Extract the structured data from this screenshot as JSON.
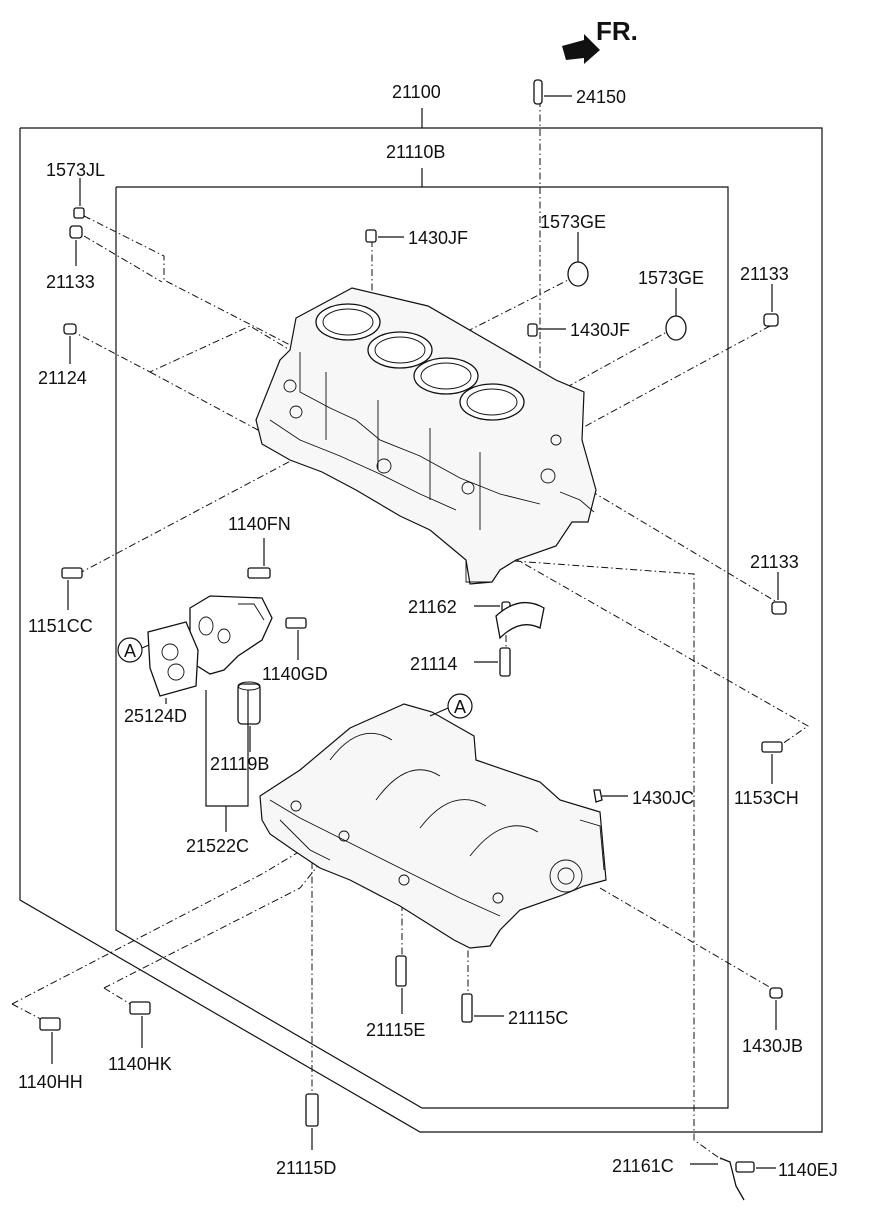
{
  "direction_label": "FR.",
  "callout_letter": "A",
  "labels": {
    "p21100": "21100",
    "p24150": "24150",
    "p21110B": "21110B",
    "p1573JL": "1573JL",
    "p21133_a": "21133",
    "p1430JF_a": "1430JF",
    "p1573GE_a": "1573GE",
    "p1573GE_b": "1573GE",
    "p21133_b": "21133",
    "p1430JF_b": "1430JF",
    "p21124": "21124",
    "p1140FN": "1140FN",
    "p21133_c": "21133",
    "p1151CC": "1151CC",
    "p21162": "21162",
    "p1140GD": "1140GD",
    "p21114": "21114",
    "p25124D": "25124D",
    "p21119B": "21119B",
    "p1153CH": "1153CH",
    "p1430JC": "1430JC",
    "p21522C": "21522C",
    "p1430JB": "1430JB",
    "p21115E": "21115E",
    "p21115C": "21115C",
    "p1140HH": "1140HH",
    "p1140HK": "1140HK",
    "p21115D": "21115D",
    "p21161C": "21161C",
    "p1140EJ": "1140EJ"
  }
}
